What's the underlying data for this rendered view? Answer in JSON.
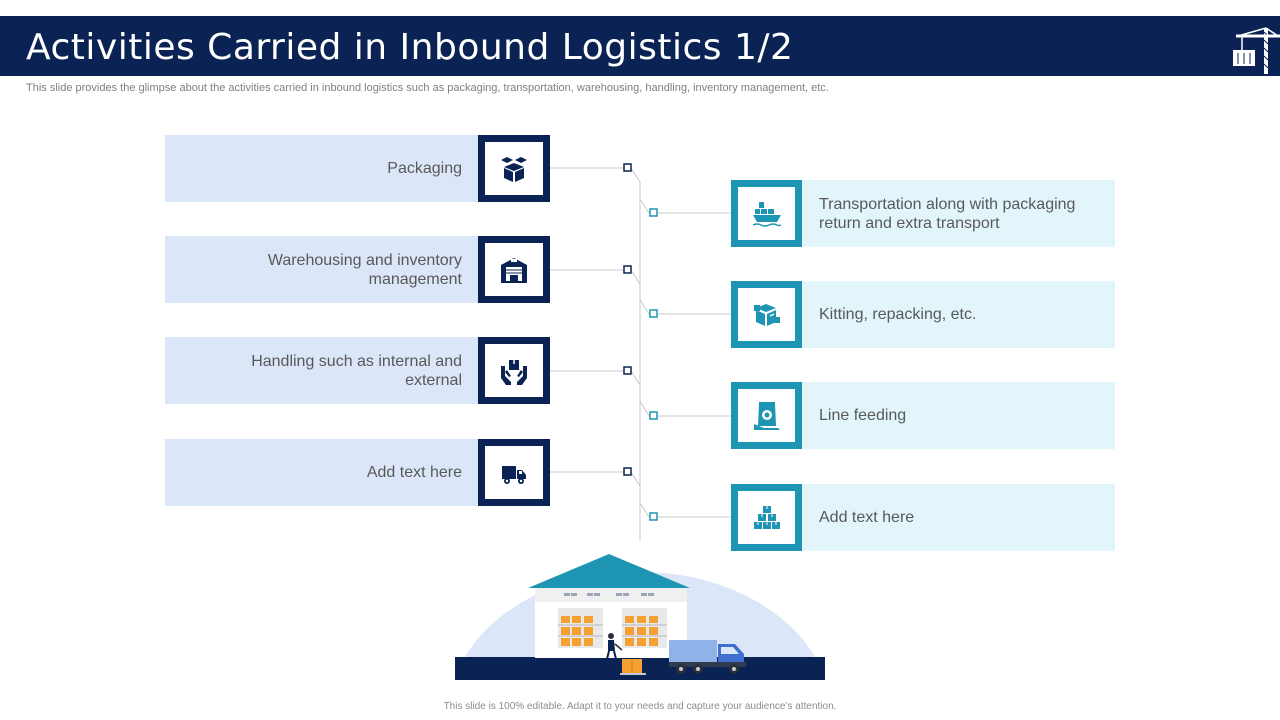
{
  "slide": {
    "title": "Activities Carried in Inbound Logistics 1/2",
    "subtitle": "This slide provides the glimpse about the activities carried in inbound logistics such as packaging, transportation, warehousing, handling, inventory management, etc.",
    "footer": "This slide is 100% editable. Adapt it to your needs and capture your audience’s attention."
  },
  "left_items": [
    {
      "label": "Packaging",
      "icon": "boxes-icon"
    },
    {
      "label": "Warehousing and inventory management",
      "icon": "warehouse-icon"
    },
    {
      "label": "Handling such as internal and external",
      "icon": "hands-box-icon"
    },
    {
      "label": "Add text here",
      "icon": "delivery-truck-icon"
    }
  ],
  "right_items": [
    {
      "label": "Transportation  along with packaging return and extra transport",
      "icon": "cargo-ship-icon"
    },
    {
      "label": "Kitting, repacking, etc.",
      "icon": "repack-box-icon"
    },
    {
      "label": "Line feeding",
      "icon": "feed-bag-icon"
    },
    {
      "label": "Add text here",
      "icon": "stacked-boxes-icon"
    }
  ],
  "colors": {
    "navy": "#0b2354",
    "teal": "#1e96b3",
    "left_card": "#dbe6f8",
    "right_card": "#e1f5fb",
    "dome": "#dbe6f8",
    "roof": "#1e96b3",
    "box_orange": "#f5a033"
  }
}
